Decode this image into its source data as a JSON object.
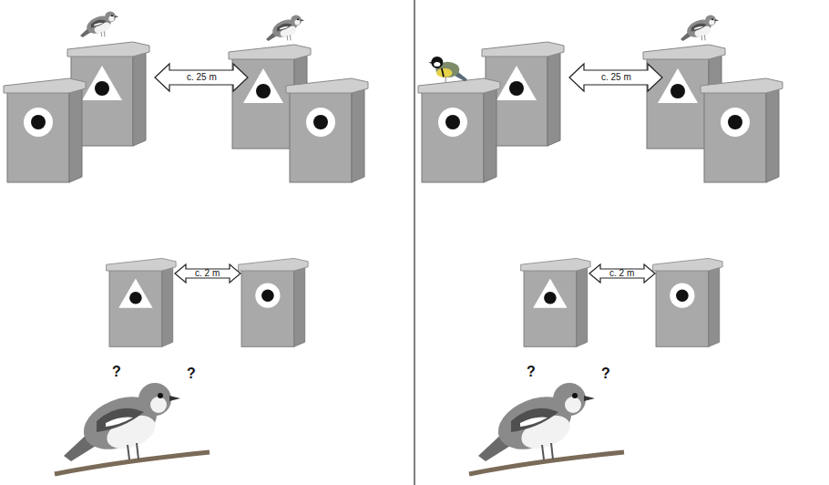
{
  "diagram": {
    "labels": [
      "c. 25 m",
      "c. 2 m",
      "?",
      "?",
      "c. 25 m",
      "c. 2 m",
      "?",
      "?"
    ]
  }
}
